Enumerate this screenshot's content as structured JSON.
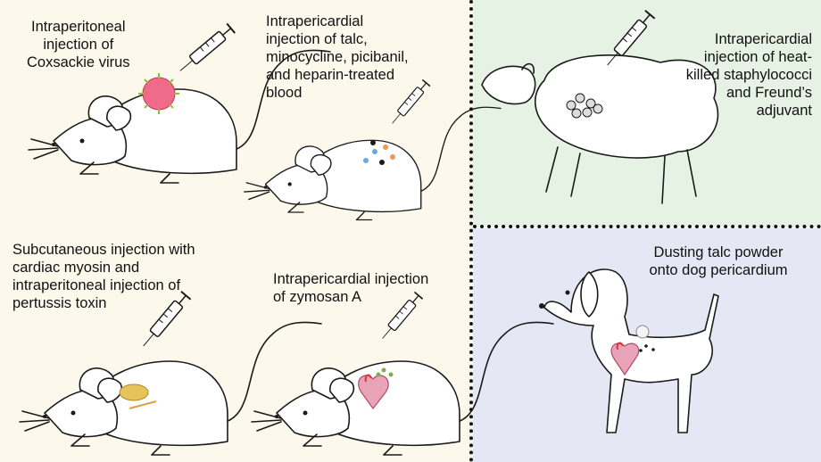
{
  "panels": {
    "coxsackie": {
      "caption": "Intraperitoneal\ninjection of\nCoxsackie virus"
    },
    "talc_mouse": {
      "caption": "Intrapericardial\ninjection of talc,\nminocycline, picibanil,\nand heparin-treated\nblood"
    },
    "sheep": {
      "caption": "Intrapericardial\ninjection of heat-\nkilled staphylococci\nand Freund’s\nadjuvant"
    },
    "myosin": {
      "caption": "Subcutaneous injection with\ncardiac myosin and\nintraperitoneal injection of\npertussis toxin"
    },
    "zymosan": {
      "caption": "Intrapericardial injection\nof zymosan A"
    },
    "dog": {
      "caption": "Dusting talc powder\nonto dog pericardium"
    }
  },
  "colors": {
    "left_bg": "#fdf8ec",
    "sheep_bg": "#e6f2e3",
    "dog_bg": "#e5e8f4",
    "virus": "#f06a8a",
    "heart": "#e9a3b8",
    "myosin": "#e6c45a"
  },
  "icons": [
    "syringe-icon",
    "virus-icon",
    "heart-icon",
    "particles-icon"
  ]
}
